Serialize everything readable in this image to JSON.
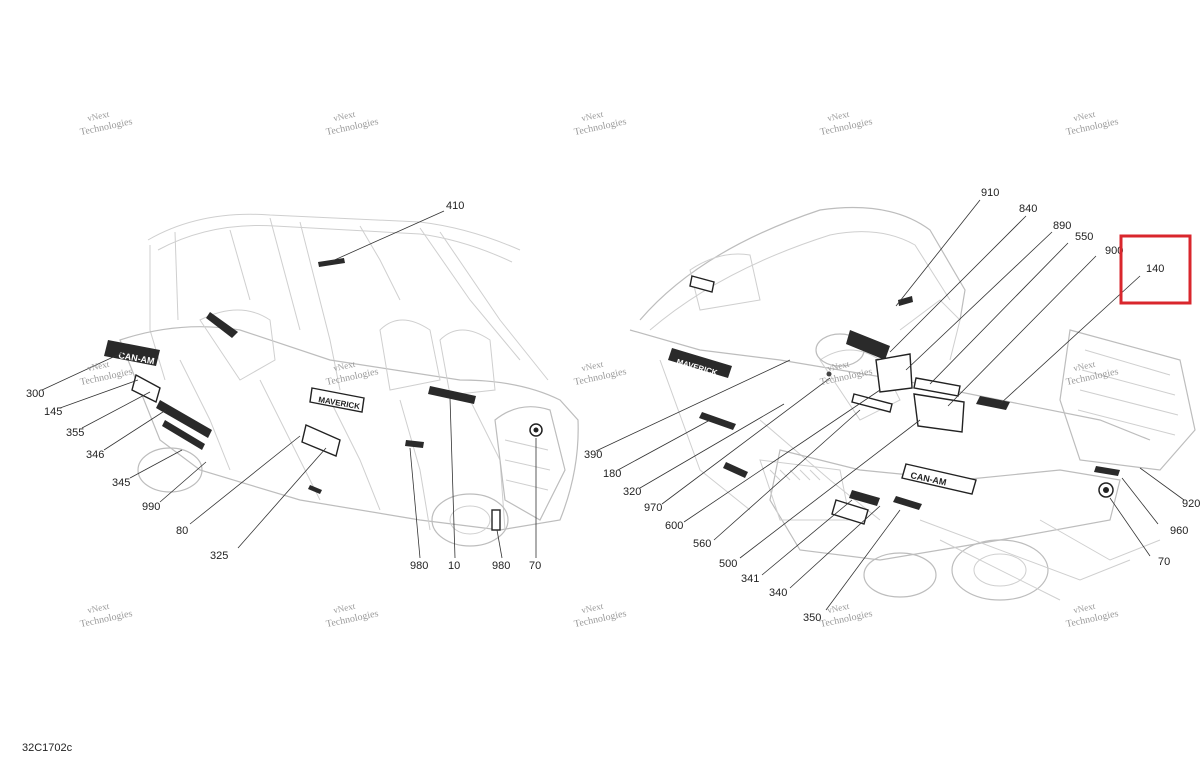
{
  "diagram": {
    "code": "32C1702c",
    "watermark": {
      "line1": "vNext",
      "line2": "Technologies"
    },
    "highlight_color": "#d9262c",
    "left_callouts": [
      "410",
      "300",
      "145",
      "355",
      "346",
      "345",
      "990",
      "80",
      "325",
      "980",
      "10",
      "980",
      "70"
    ],
    "right_callouts": [
      "910",
      "840",
      "890",
      "550",
      "900",
      "140",
      "390",
      "180",
      "320",
      "970",
      "600",
      "560",
      "500",
      "341",
      "340",
      "350",
      "920",
      "960",
      "70"
    ],
    "highlighted_callout": "140",
    "decal_texts": {
      "maverick": "MAVERICK",
      "canam": "CAN-AM"
    }
  }
}
